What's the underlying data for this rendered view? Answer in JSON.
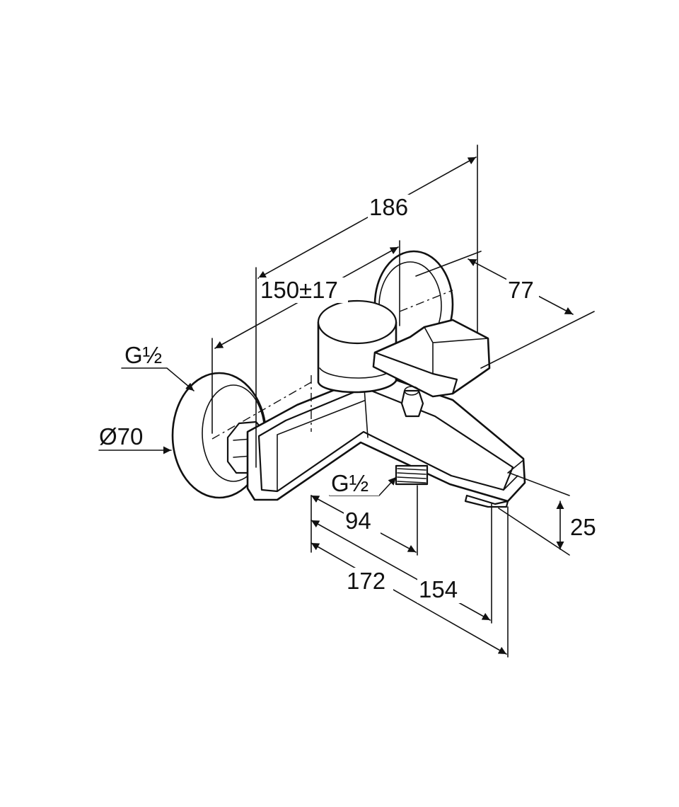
{
  "colors": {
    "line": "#111111",
    "background": "#ffffff"
  },
  "dimensions": {
    "overall_length": "186",
    "center_distance": "150±17",
    "projection": "77",
    "connection_thread_left": "G½",
    "rosette_diameter": "Ø70",
    "outlet_thread": "G½",
    "outlet_offset": "94",
    "spout_length_a": "172",
    "spout_length_b": "154",
    "spout_height": "25"
  }
}
